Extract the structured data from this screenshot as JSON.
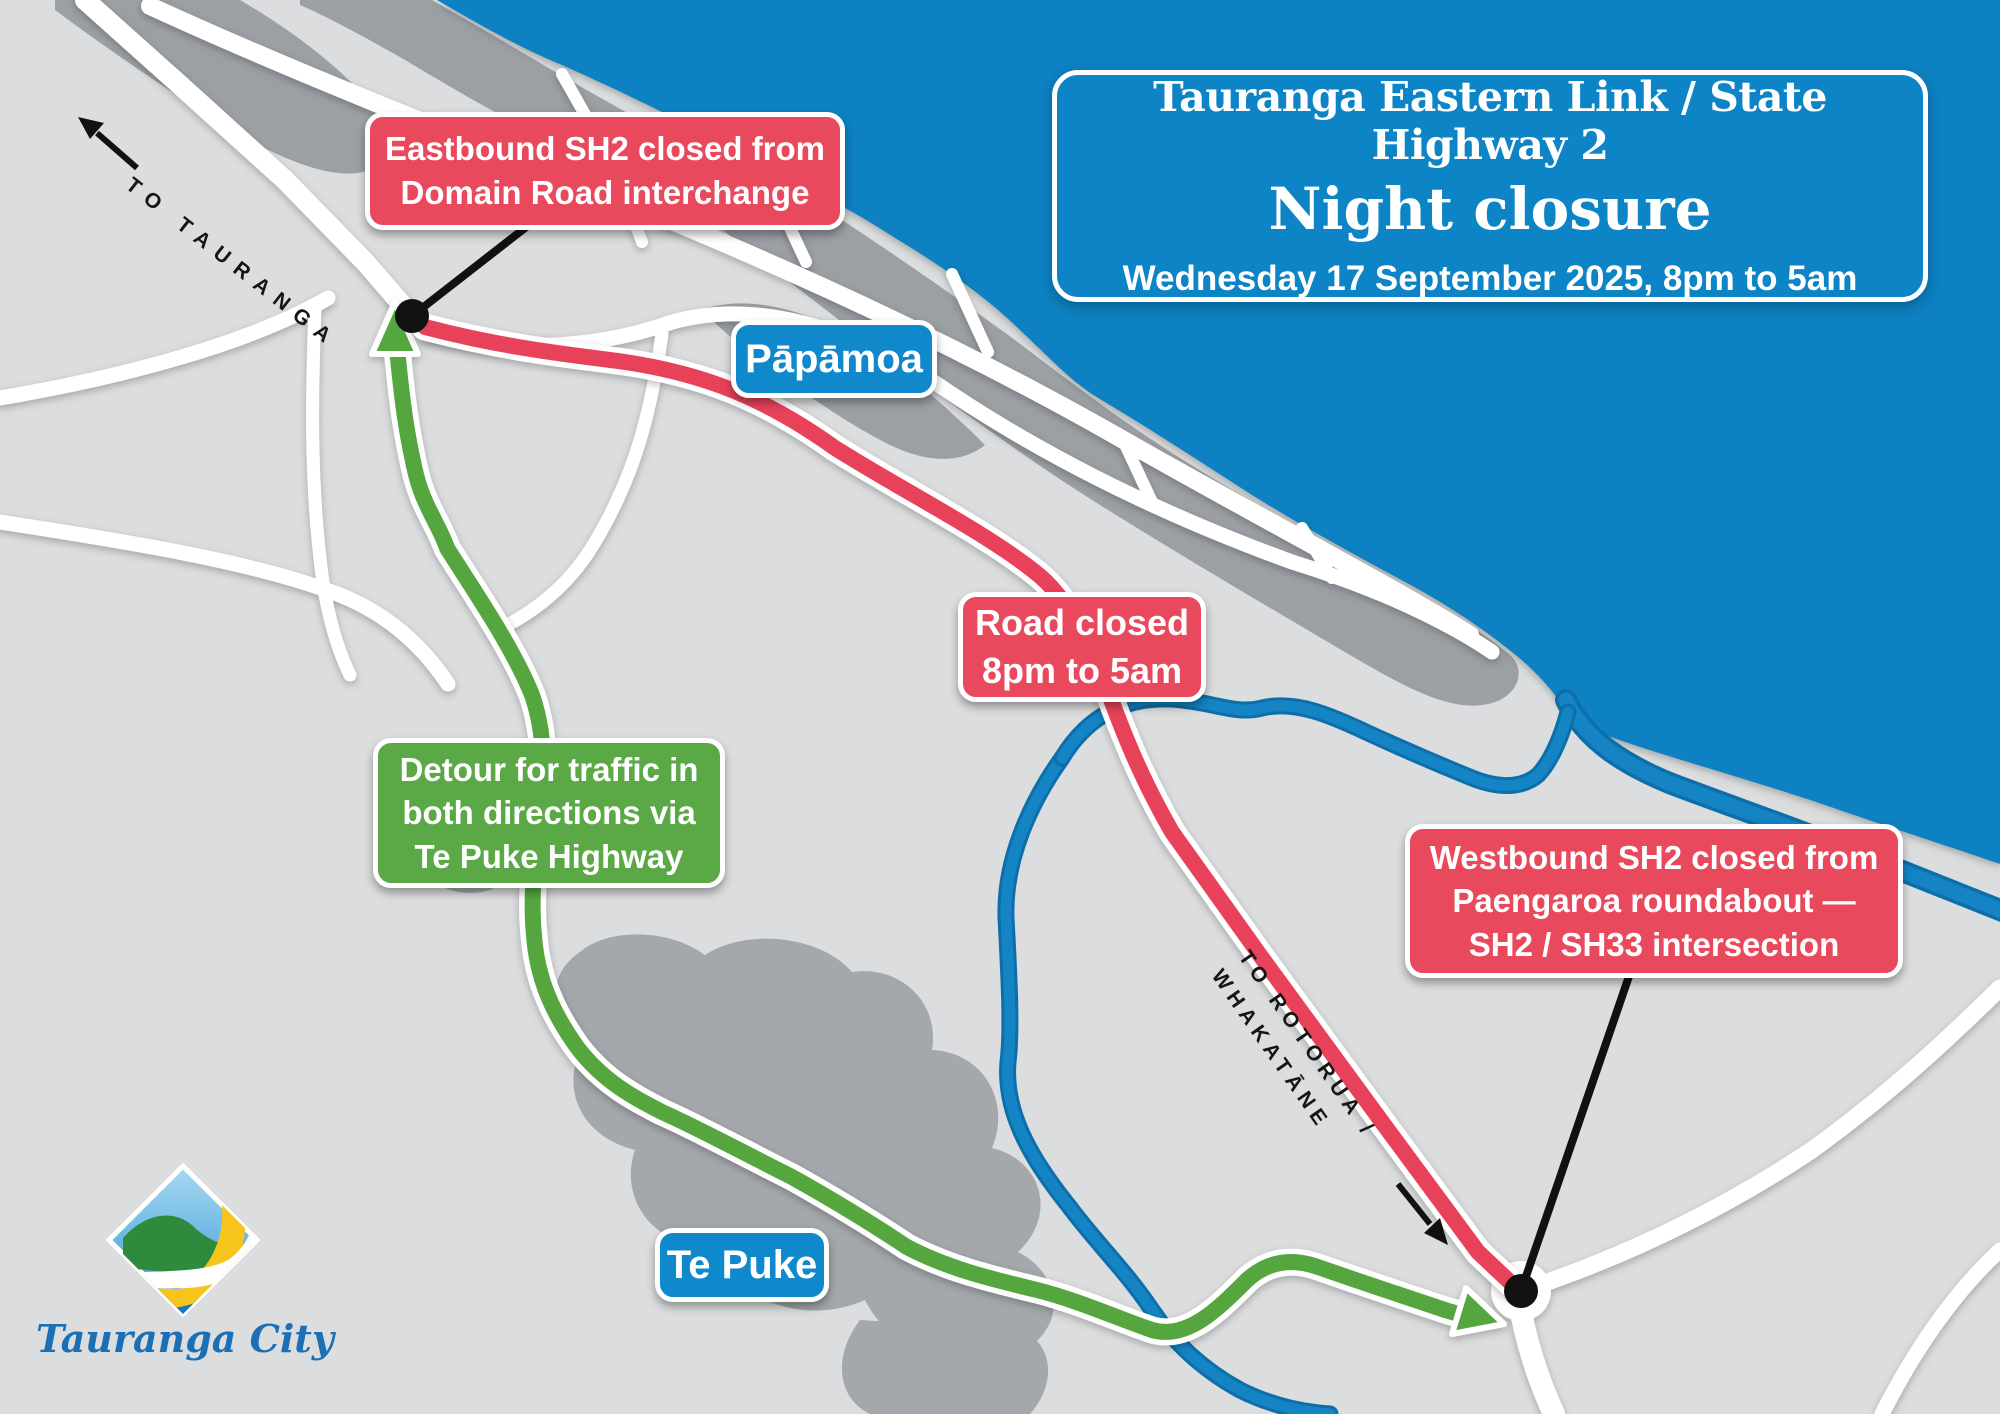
{
  "title_box": {
    "line1": "Tauranga Eastern Link / State Highway 2",
    "line2": "Night closure",
    "line3": "Wednesday 17 September 2025, 8pm to 5am"
  },
  "closure_labels": {
    "eastbound": "Eastbound SH2 closed from\nDomain Road interchange",
    "road_closed": "Road closed\n8pm to 5am",
    "detour": "Detour for traffic in\nboth directions via\nTe Puke Highway",
    "westbound": "Westbound SH2 closed from\nPaengaroa roundabout —\nSH2 / SH33 intersection"
  },
  "towns": {
    "papamoa": "Pāpāmoa",
    "te_puke": "Te Puke"
  },
  "directions": {
    "to_tauranga": "TO TAURANGA",
    "to_rotorua": "TO ROTORUA /\nWHAKATĀNE"
  },
  "logo": {
    "text": "Tauranga City"
  },
  "colors": {
    "ocean": "#0e81c1",
    "land": "#dbddde",
    "urban": "#9ca0a5",
    "closed_route": "#e8425a",
    "detour_route": "#57a63f",
    "red_label": "#e9495c",
    "green_label": "#5ba946",
    "blue_label": "#0f89cb",
    "title_box": "#0c84c6",
    "logo_text": "#1b6fb5"
  }
}
